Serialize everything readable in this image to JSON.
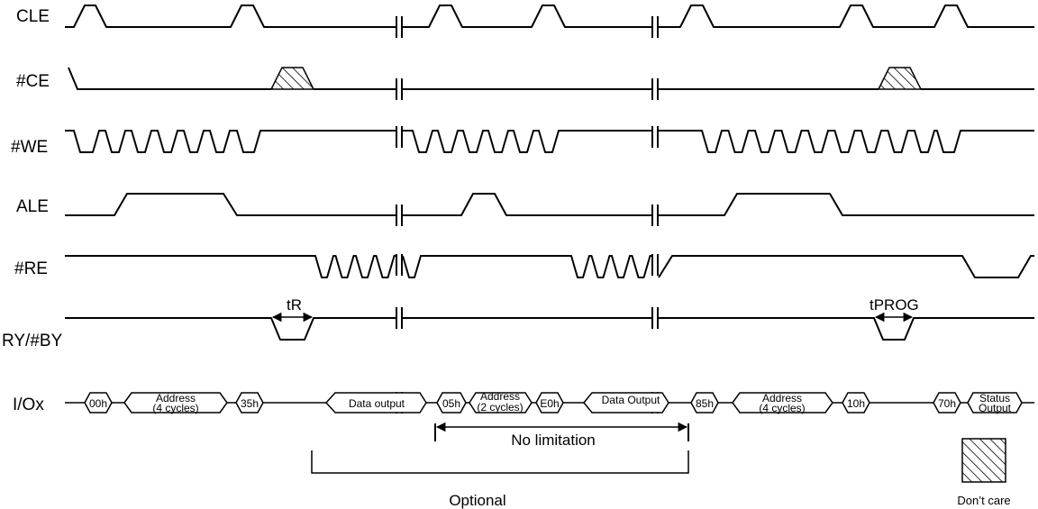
{
  "signals": [
    {
      "id": "cle",
      "label": "CLE"
    },
    {
      "id": "ce",
      "label": "#CE"
    },
    {
      "id": "we",
      "label": "#WE"
    },
    {
      "id": "ale",
      "label": "ALE"
    },
    {
      "id": "re",
      "label": "#RE"
    },
    {
      "id": "rb",
      "label": "RY/#BY"
    },
    {
      "id": "io",
      "label": "I/Ox"
    }
  ],
  "io_bus": {
    "cmd_00h": "00h",
    "address_4": [
      "Address",
      "(4 cycles)"
    ],
    "cmd_35h": "35h",
    "data_output_1": "Data output",
    "cmd_05h": "05h",
    "address_2": [
      "Address",
      "(2 cycles)"
    ],
    "cmd_e0h": "E0h",
    "data_output_2": "Data Output",
    "cmd_85h": "85h",
    "address_4b": [
      "Address",
      "(4 cycles)"
    ],
    "cmd_10h": "10h",
    "cmd_70h": "70h",
    "status_output": [
      "Status",
      "Output"
    ]
  },
  "annotations": {
    "tR": "tR",
    "tPROG": "tPROG",
    "no_limitation": "No limitation",
    "optional": "Optional",
    "dont_care": "Don’t care"
  }
}
